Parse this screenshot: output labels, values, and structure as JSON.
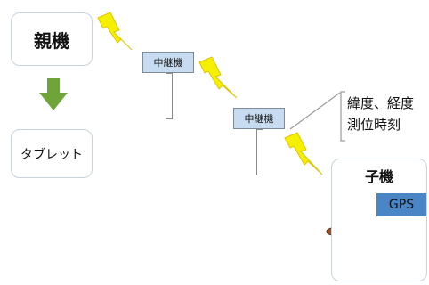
{
  "parent_unit": {
    "label": "親機"
  },
  "tablet": {
    "label": "タブレット"
  },
  "relays": [
    {
      "label": "中継機"
    },
    {
      "label": "中継機"
    }
  ],
  "info_callout": {
    "line1": "緯度、経度",
    "line2": "測位時刻"
  },
  "child_unit": {
    "label": "子機",
    "gps_label": "GPS"
  },
  "colors": {
    "arrow": "#6fa43a",
    "lightning": "#f4f000",
    "gps_tag": "#4a86c5",
    "relay_fill": "#c7dcf0"
  }
}
